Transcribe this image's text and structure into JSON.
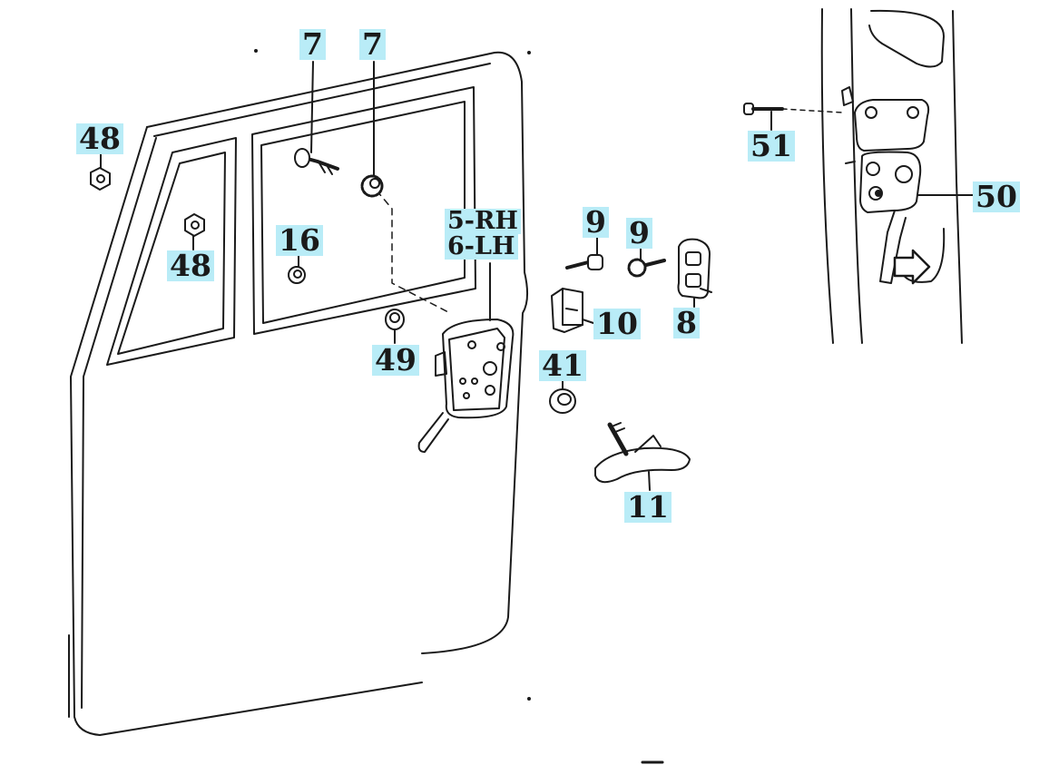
{
  "diagram": {
    "labels": {
      "l7a": "7",
      "l7b": "7",
      "l48a": "48",
      "l48b": "48",
      "l16": "16",
      "l5rh": "5-RH",
      "l6lh": "6-LH",
      "l49": "49",
      "l9a": "9",
      "l9b": "9",
      "l10": "10",
      "l8": "8",
      "l41": "41",
      "l11": "11",
      "l51": "51",
      "l50": "50"
    },
    "colors": {
      "label_bg": "#b9ecf7",
      "line": "#1a1a1a"
    }
  }
}
